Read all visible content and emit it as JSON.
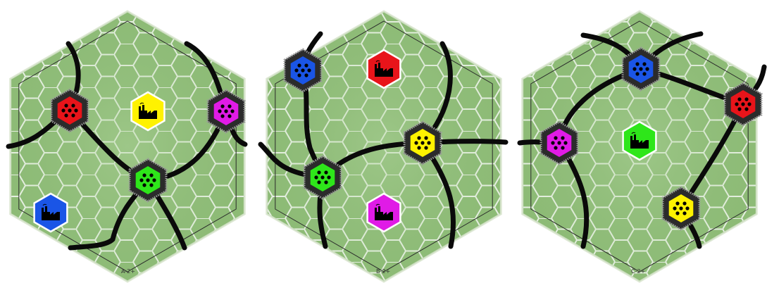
{
  "tiles": [
    {
      "label": "A-2+",
      "factories": [
        {
          "color": "yellow"
        },
        {
          "color": "blue"
        }
      ],
      "nodes": [
        {
          "color": "red"
        },
        {
          "color": "magenta"
        },
        {
          "color": "green"
        }
      ]
    },
    {
      "label": "B-2+",
      "factories": [
        {
          "color": "red"
        },
        {
          "color": "magenta"
        }
      ],
      "nodes": [
        {
          "color": "blue"
        },
        {
          "color": "yellow"
        },
        {
          "color": "green"
        }
      ]
    },
    {
      "label": "C-2+",
      "factories": [
        {
          "color": "green"
        }
      ],
      "nodes": [
        {
          "color": "blue"
        },
        {
          "color": "red"
        },
        {
          "color": "magenta"
        },
        {
          "color": "yellow"
        }
      ]
    }
  ],
  "colors": {
    "red": "#e8141a",
    "yellow": "#fff200",
    "blue": "#1a55e6",
    "magenta": "#e01be6",
    "green": "#2ee61a",
    "board_green": "#8fbd78",
    "grid_line": "#ffffff",
    "road": "#0a0a0a"
  },
  "icons": {
    "factory": "factory-icon",
    "node": "six-dot-node-icon"
  }
}
